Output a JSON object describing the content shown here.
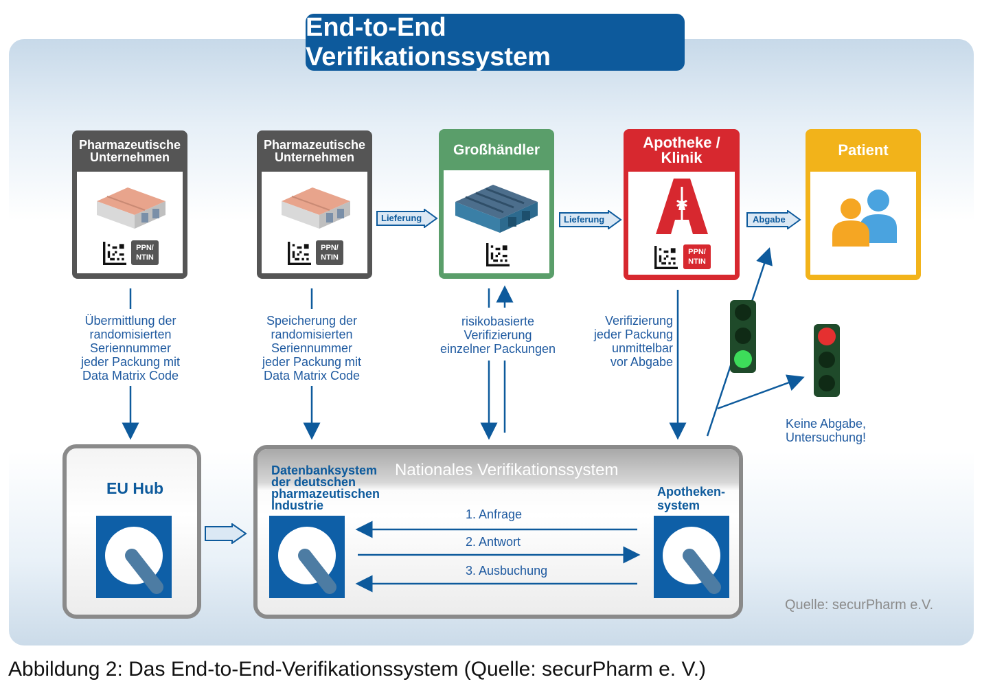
{
  "title": "End-to-End Verifikationssystem",
  "cards": {
    "pharma1": {
      "title_line1": "Pharmazeutische",
      "title_line2": "Unternehmen",
      "badge_line1": "PPN/",
      "badge_line2": "NTIN"
    },
    "pharma2": {
      "title_line1": "Pharmazeutische",
      "title_line2": "Unternehmen",
      "badge_line1": "PPN/",
      "badge_line2": "NTIN"
    },
    "wholesaler": {
      "title": "Großhändler"
    },
    "pharmacy": {
      "title_line1": "Apotheke /",
      "title_line2": "Klinik",
      "badge_line1": "PPN/",
      "badge_line2": "NTIN"
    },
    "patient": {
      "title": "Patient"
    }
  },
  "flow_labels": {
    "delivery1": "Lieferung",
    "delivery2": "Lieferung",
    "dispense": "Abgabe"
  },
  "descriptions": {
    "transmission": "Übermittlung der\nrandomisierten\nSeriennummer\njeder Packung mit\nData Matrix Code",
    "storage": "Speicherung der\nrandomisierten\nSeriennummer\njeder Packung mit\nData Matrix Code",
    "risk_based": "risikobasierte\nVerifizierung\neinzelner Packungen",
    "verification": "Verifizierung\njeder Packung\nunmittelbar\nvor Abgabe",
    "no_dispense": "Keine Abgabe,\nUntersuchung!"
  },
  "eu_hub": {
    "title": "EU Hub"
  },
  "national_system": {
    "title": "Nationales Verifikationssystem",
    "database_label": "Datenbanksystem\nder deutschen\npharmazeutischen\nIndustrie",
    "pharmacy_system_label": "Apotheken-\nsystem",
    "messages": [
      "1. Anfrage",
      "2. Antwort",
      "3. Ausbuchung"
    ]
  },
  "source": "Quelle: securPharm e.V.",
  "caption": "Abbildung 2: Das End-to-End-Verifikationssystem (Quelle: securPharm e. V.)",
  "colors": {
    "dark_blue": "#0d5a9c",
    "pharma_gray": "#555555",
    "wholesaler_green": "#5a9e6a",
    "pharmacy_red": "#d7282f",
    "patient_yellow": "#f2b31a",
    "text_blue": "#1f5aa0"
  },
  "icons": [
    "warehouse-icon",
    "datamatrix-icon",
    "pharmacy-a-icon",
    "people-icon",
    "traffic-light-icon",
    "q-logo-icon"
  ]
}
